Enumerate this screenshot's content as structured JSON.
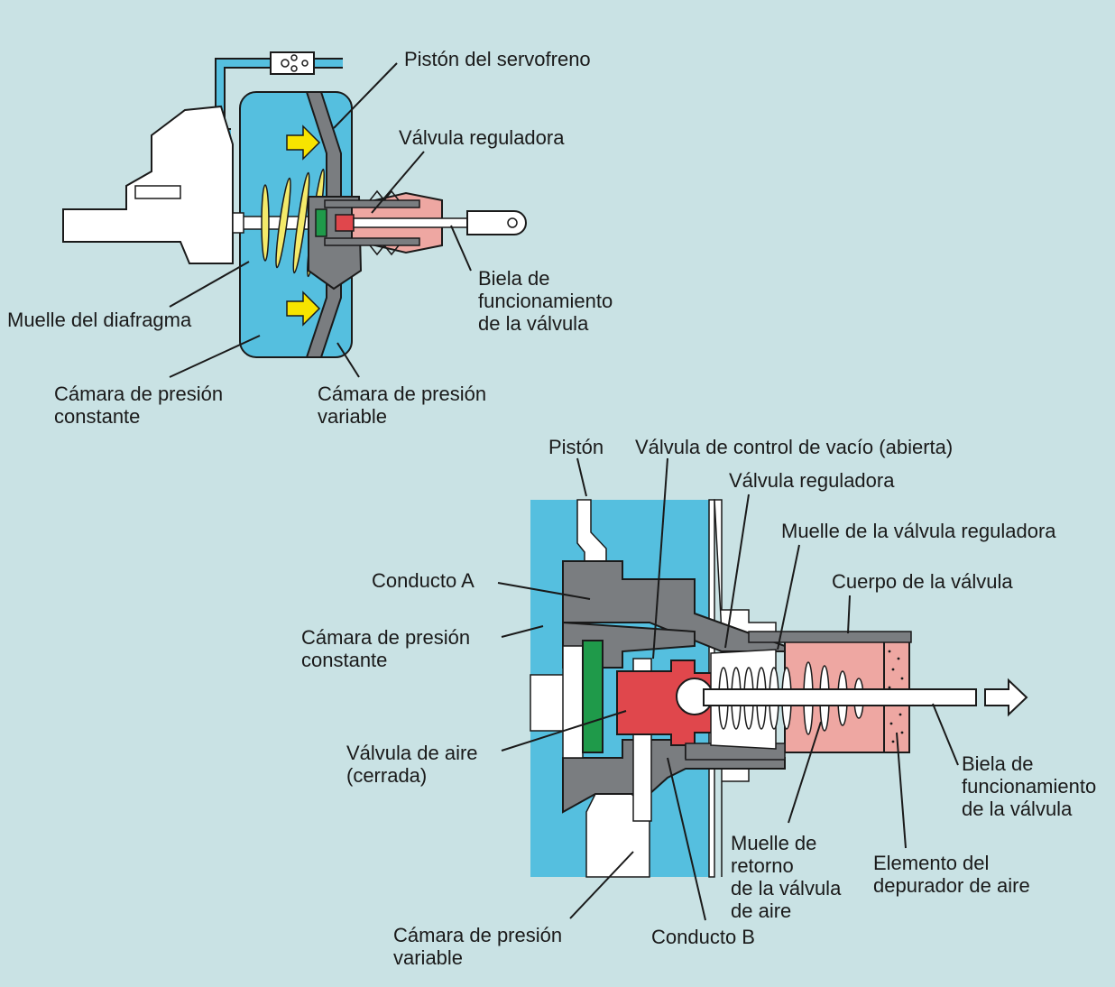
{
  "labels": {
    "top_servo_piston": "Pistón del servofreno",
    "top_reg_valve": "Válvula reguladora",
    "top_rod": "Biela de\nfuncionamiento\nde la válvula",
    "top_diaphragm_spring": "Muelle del diafragma",
    "top_const_chamber": "Cámara de presión\nconstante",
    "top_var_chamber": "Cámara de presión\nvariable",
    "bot_piston": "Pistón",
    "bot_vacuum_valve": "Válvula de control de vacío (abierta)",
    "bot_reg_valve": "Válvula reguladora",
    "bot_reg_spring": "Muelle de la válvula reguladora",
    "bot_duct_a": "Conducto A",
    "bot_valve_body": "Cuerpo de la válvula",
    "bot_const_chamber": "Cámara de presión\nconstante",
    "bot_air_valve": "Válvula de aire\n(cerrada)",
    "bot_rod": "Biela de\nfuncionamiento\nde la válvula",
    "bot_return_spring": "Muelle de\nretorno\nde la válvula\nde aire",
    "bot_filter": "Elemento del\ndepurador de aire",
    "bot_var_chamber": "Cámara de presión\nvariable",
    "bot_duct_b": "Conducto B"
  },
  "colors": {
    "background": "#c9e2e4",
    "chamber_blue": "#55bfdf",
    "gray_part": "#7a7d80",
    "air_valve_red": "#e0474c",
    "valve_body_pink": "#eea7a2",
    "green_seal": "#1f9a4a",
    "spring_yellow": "#f4ea6a",
    "arrow_yellow": "#f7e400"
  }
}
